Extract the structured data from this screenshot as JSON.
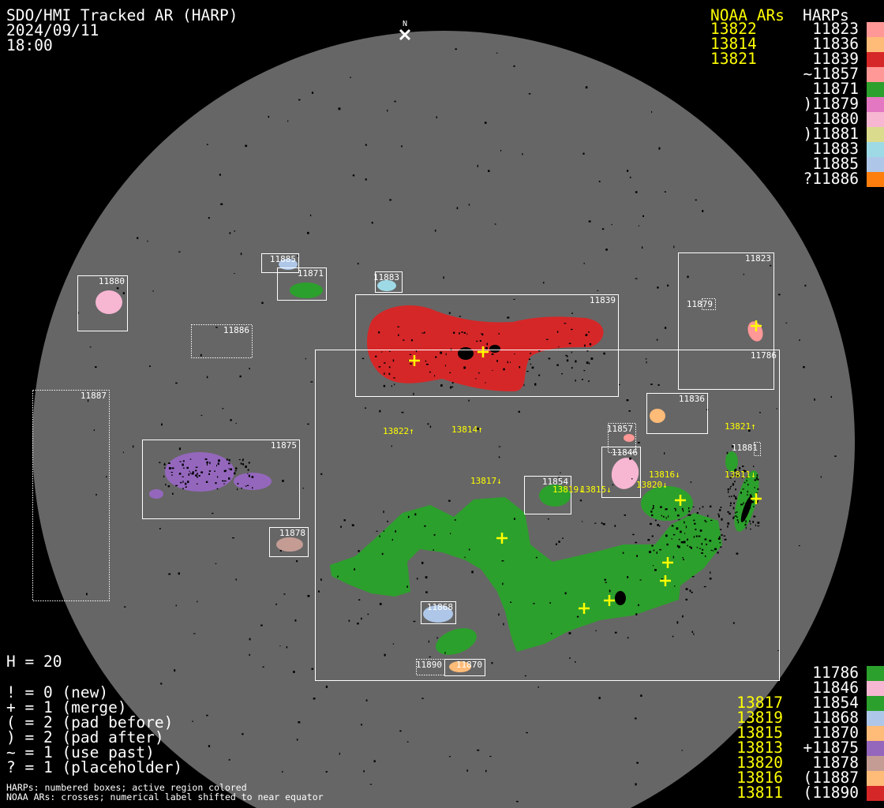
{
  "header": {
    "title": "SDO/HMI Tracked AR (HARP)",
    "date": "2024/09/11",
    "time": "18:00",
    "north": "N"
  },
  "legend_top": {
    "noaa_header": "NOAA ARs",
    "harps_header": "HARPs",
    "rows": [
      {
        "noaa": "13822",
        "harp": "11823",
        "color": "#ff9896"
      },
      {
        "noaa": "13814",
        "harp": "11836",
        "color": "#ffbb78"
      },
      {
        "noaa": "13821",
        "harp": "11839",
        "color": "#d62728"
      },
      {
        "noaa": "",
        "harp": "~11857",
        "color": "#ff9896"
      },
      {
        "noaa": "",
        "harp": "11871",
        "color": "#2ca02c"
      },
      {
        "noaa": "",
        "harp": ")11879",
        "color": "#e377c2"
      },
      {
        "noaa": "",
        "harp": "11880",
        "color": "#f7b6d2"
      },
      {
        "noaa": "",
        "harp": ")11881",
        "color": "#dbdb8d"
      },
      {
        "noaa": "",
        "harp": "11883",
        "color": "#9edae5"
      },
      {
        "noaa": "",
        "harp": "11885",
        "color": "#aec7e8"
      },
      {
        "noaa": "",
        "harp": "?11886",
        "color": "#ff7f0e"
      }
    ]
  },
  "legend_bottom": {
    "rows": [
      {
        "noaa": "",
        "harp": "11786",
        "color": "#2ca02c"
      },
      {
        "noaa": "",
        "harp": "11846",
        "color": "#f7b6d2"
      },
      {
        "noaa": "13817",
        "harp": "11854",
        "color": "#2ca02c"
      },
      {
        "noaa": "13819",
        "harp": "11868",
        "color": "#aec7e8"
      },
      {
        "noaa": "13815",
        "harp": "11870",
        "color": "#ffbb78"
      },
      {
        "noaa": "13813",
        "harp": "+11875",
        "color": "#9467bd"
      },
      {
        "noaa": "13820",
        "harp": "11878",
        "color": "#c49c94"
      },
      {
        "noaa": "13816",
        "harp": "(11887",
        "color": "#ffbb78"
      },
      {
        "noaa": "13811",
        "harp": "(11890",
        "color": "#d62728"
      }
    ]
  },
  "key": {
    "h": "H = 20",
    "lines": [
      "! = 0 (new)",
      "+ = 1 (merge)",
      "( = 2 (pad before)",
      ") = 2 (pad after)",
      "~ = 1 (use past)",
      "? = 1 (placeholder)"
    ],
    "foot1": "HARPs: numbered boxes; active region colored",
    "foot2": "NOAA ARs: crosses; numerical label shifted to near equator"
  },
  "disk": {
    "harp_labels": [
      "11880",
      "11885",
      "11871",
      "11883",
      "11886",
      "11839",
      "11823",
      "11879",
      "11786",
      "11887",
      "11875",
      "11836",
      "11857",
      "11846",
      "11881",
      "11854",
      "11878",
      "11868",
      "11890",
      "11870"
    ],
    "noaa_labels": [
      "13822↑",
      "13814↑",
      "13821↑",
      "13816↓",
      "13811↓",
      "13817↓",
      "13819↓",
      "13815↓",
      "13820↓"
    ]
  },
  "colors": {
    "disk": "#666666",
    "noaa": "#ffff00",
    "text": "#ffffff"
  }
}
